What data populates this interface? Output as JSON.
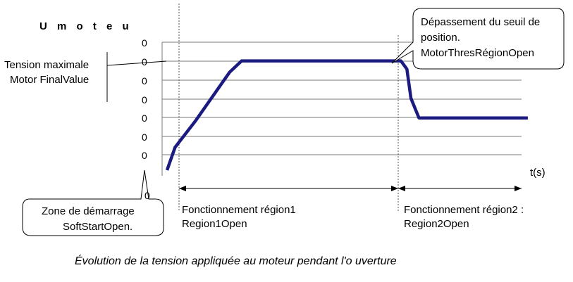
{
  "chart_data": {
    "type": "line",
    "ylabel": "U m o t e u",
    "xlabel": "t(s)",
    "caption": "Évolution de la tension appliquée au moteur pendant l'o uverture",
    "y_tick_labels": [
      "0",
      "0",
      "0",
      "0",
      "0",
      "0",
      "0"
    ],
    "series": [
      {
        "color": "#1a1a80",
        "points": [
          {
            "x": 0.0,
            "y": 0.0
          },
          {
            "x": 0.4,
            "y": 1.4
          },
          {
            "x": 1.4,
            "y": 3.0
          },
          {
            "x": 3.1,
            "y": 6.0
          },
          {
            "x": 3.7,
            "y": 6.7
          },
          {
            "x": 11.6,
            "y": 6.7
          },
          {
            "x": 11.9,
            "y": 6.2
          },
          {
            "x": 12.1,
            "y": 4.4
          },
          {
            "x": 12.5,
            "y": 3.2
          },
          {
            "x": 17.9,
            "y": 3.2
          }
        ]
      }
    ]
  },
  "annotations": {
    "tension_max_line1": "Tension maximale",
    "tension_max_line2": "Motor FinalValue",
    "depassement_line1": "Dépassement du seuil de",
    "depassement_line2": "position.",
    "depassement_line3": "MotorThresRégionOpen",
    "zone_line1": "Zone de démarrage",
    "zone_line2": "SoftStartOpen.",
    "region1_line1": "Fonctionnement région1",
    "region1_line2": "Region1Open",
    "region2_line1": "Fonctionnement région2 :",
    "region2_line2": "Region2Open",
    "stray_tick": "0"
  },
  "colors": {
    "curve": "#1a1a80"
  }
}
